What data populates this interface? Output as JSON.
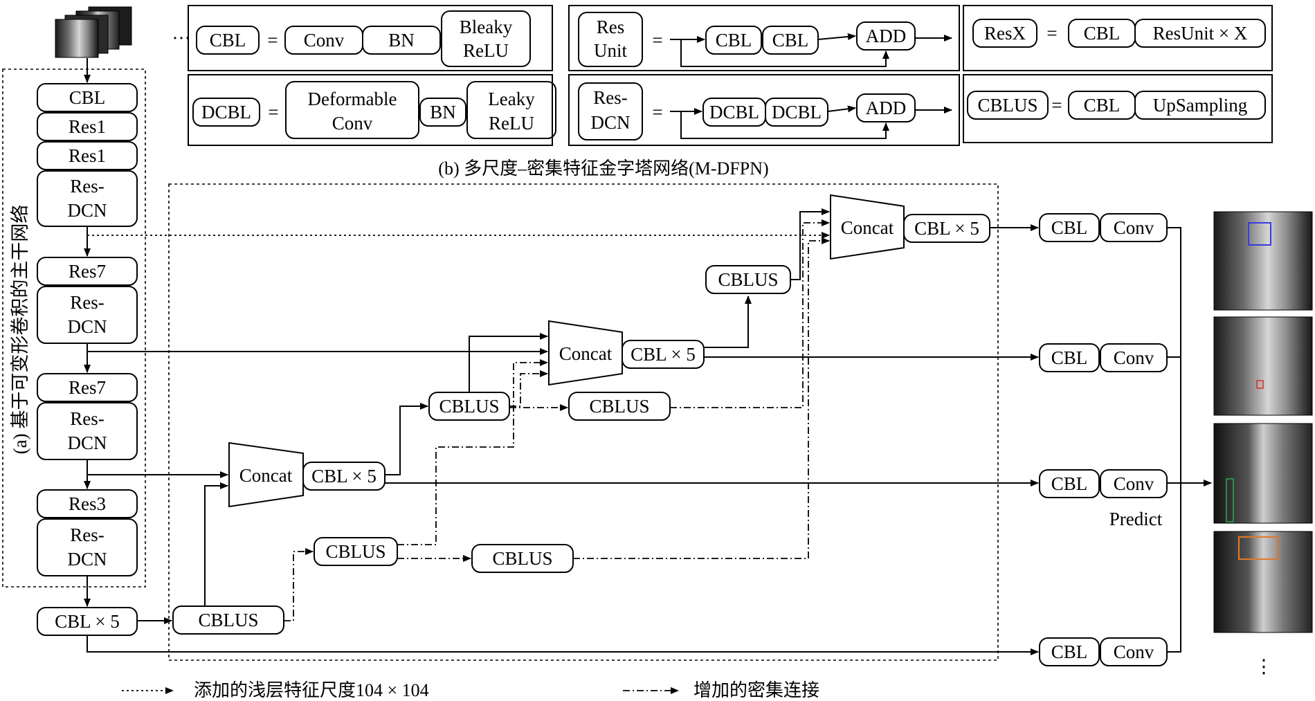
{
  "header": {
    "legend_boxes": {
      "cbl": {
        "lhs": "CBL",
        "eq": "=",
        "items": [
          "Conv",
          "BN",
          "Bleaky",
          "ReLU"
        ]
      },
      "dcbl": {
        "lhs": "DCBL",
        "eq": "=",
        "items": [
          "Deformable",
          "Conv",
          "BN",
          "Leaky",
          "ReLU"
        ]
      },
      "resunit": {
        "lhs1": "Res",
        "lhs2": "Unit",
        "eq": "=",
        "a": "CBL",
        "b": "CBL",
        "add": "ADD"
      },
      "resdcn": {
        "lhs1": "Res-",
        "lhs2": "DCN",
        "eq": "=",
        "a": "DCBL",
        "b": "DCBL",
        "add": "ADD"
      },
      "resx": {
        "lhs": "ResX",
        "eq": "=",
        "a": "CBL",
        "b": "ResUnit × X"
      },
      "cblus": {
        "lhs": "CBLUS",
        "eq": "=",
        "a": "CBL",
        "b": "UpSampling"
      }
    },
    "ellipsis": "···",
    "neck_caption": "(b) 多尺度–密集特征金字塔网络(M-DFPN)"
  },
  "backbone": {
    "caption": "(a) 基于可变形卷积的主干网络",
    "blocks": [
      "CBL",
      "Res1",
      "Res1",
      "Res-",
      "DCN",
      "Res7",
      "Res-",
      "DCN",
      "Res7",
      "Res-",
      "DCN",
      "Res3",
      "Res-",
      "DCN"
    ],
    "cbl5": "CBL × 5"
  },
  "neck": {
    "concat": "Concat",
    "cbl5": "CBL × 5",
    "cblus": "CBLUS"
  },
  "head": {
    "cbl": "CBL",
    "conv": "Conv",
    "predict": "Predict",
    "ellipsis": "⋮"
  },
  "legend": {
    "dotted": "添加的浅层特征尺度104 × 104",
    "dashdot": "增加的密集连接"
  },
  "colors": {
    "det_blue": "#3a3adf",
    "det_red": "#d23030",
    "det_green": "#2fa84f",
    "det_orange": "#e07a2a"
  }
}
